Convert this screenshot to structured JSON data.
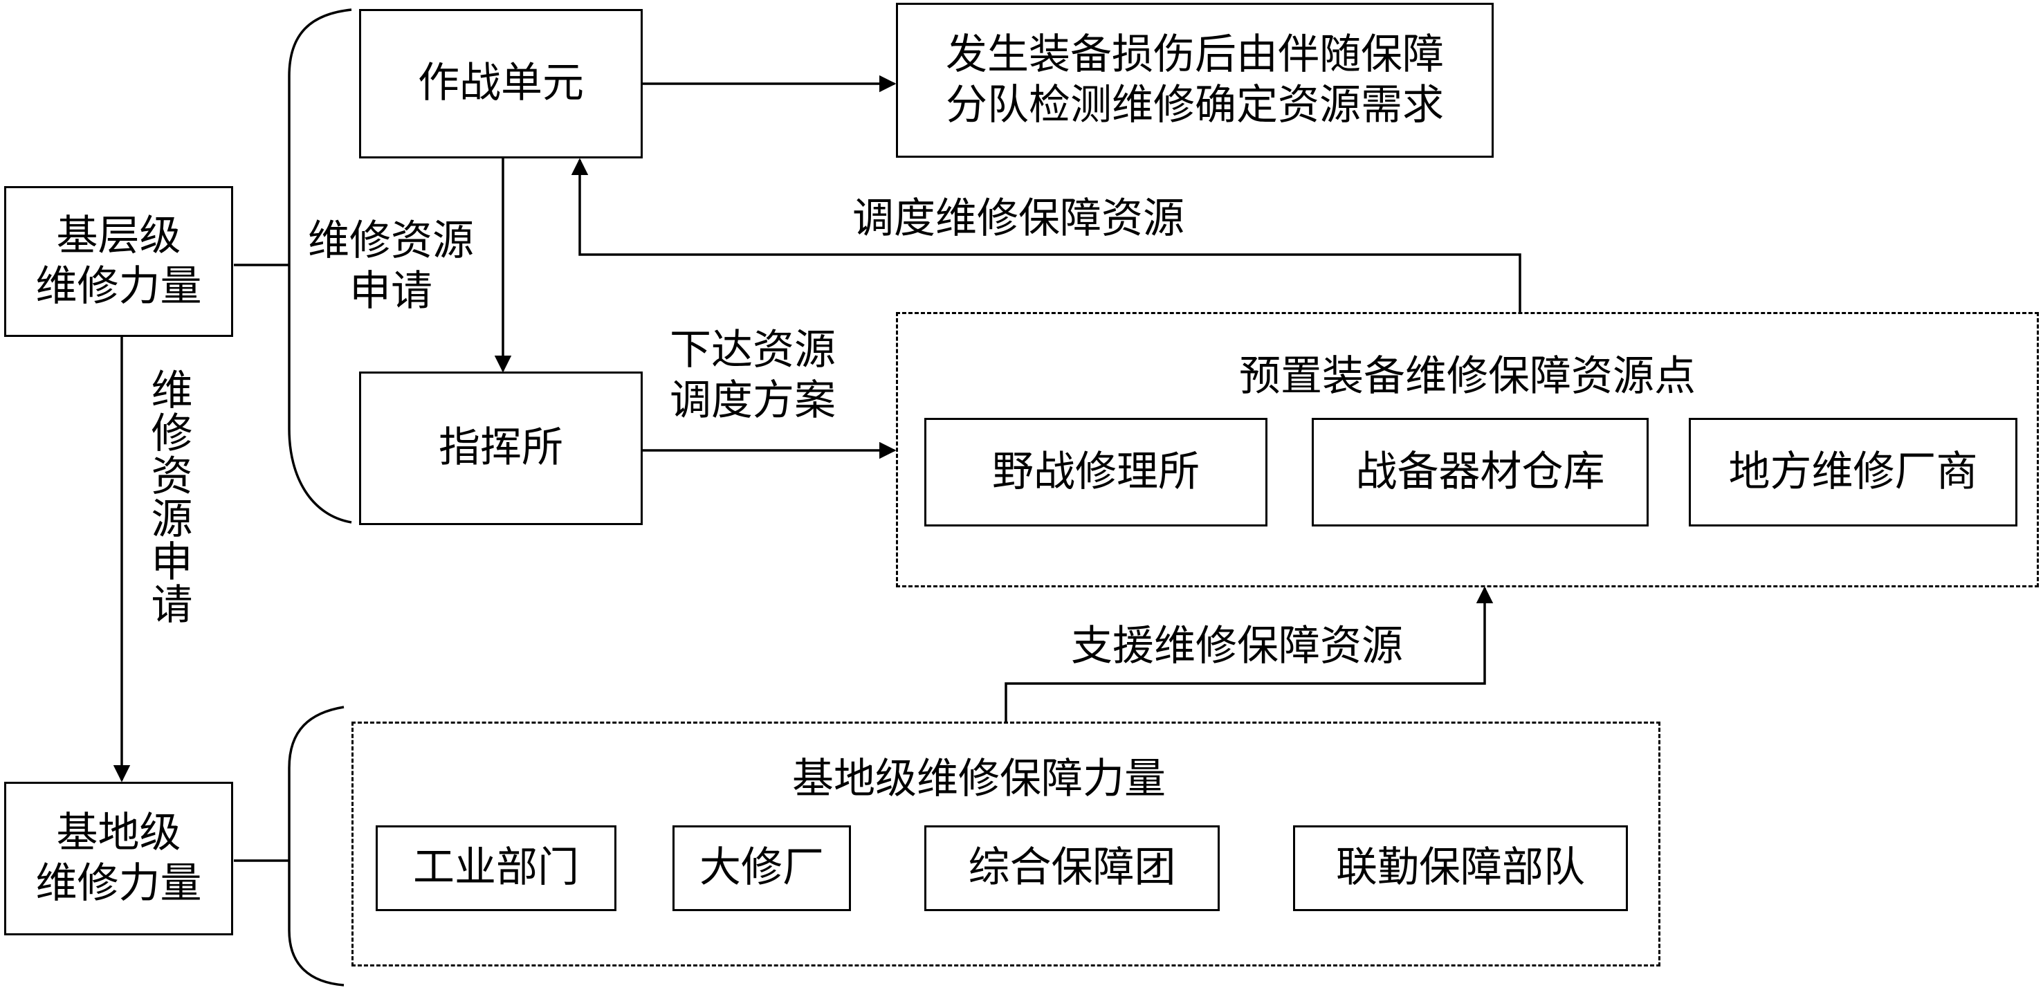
{
  "nodes": {
    "basic_level": "基层级\n维修力量",
    "base_level": "基地级\n维修力量",
    "combat_unit": "作战单元",
    "command_post": "指挥所",
    "damage_note": "发生装备损伤后由伴随保障\n分队检测维修确定资源需求",
    "preset_group_title": "预置装备维修保障资源点",
    "preset_items": [
      "野战修理所",
      "战备器材仓库",
      "地方维修厂商"
    ],
    "base_group_title": "基地级维修保障力量",
    "base_items": [
      "工业部门",
      "大修厂",
      "综合保障团",
      "联勤保障部队"
    ]
  },
  "edges": {
    "repair_request_upper": "维修资源\n申请",
    "dispatch_plan": "下达资源\n调度方案",
    "dispatch_resources": "调度维修保障资源",
    "support_resources": "支援维修保障资源",
    "repair_request_left": "维修资源申请"
  }
}
